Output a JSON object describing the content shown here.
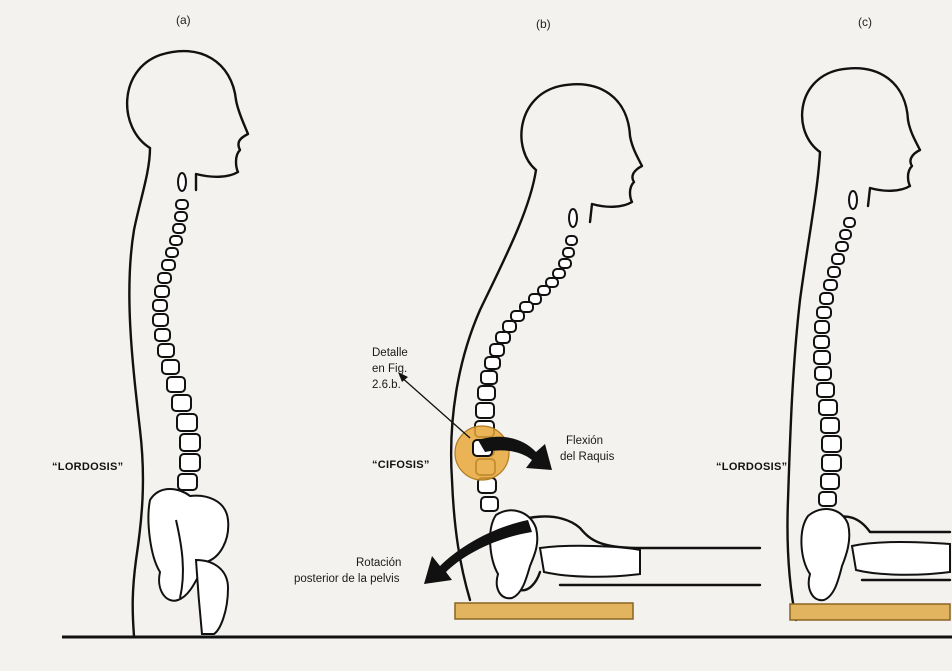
{
  "panels": [
    {
      "label": "(a)",
      "posture": "“LORDOSIS”"
    },
    {
      "label": "(b)",
      "posture": "“CIFOSIS”"
    },
    {
      "label": "(c)",
      "posture": "“LORDOSIS”"
    }
  ],
  "annotations": {
    "detail": [
      "Detalle",
      "en Fig.",
      "2.6.b."
    ],
    "flexion": [
      "Flexión",
      "del Raquis"
    ],
    "rotation": [
      "Rotación",
      "posterior de la pelvis"
    ]
  },
  "colors": {
    "highlight": "#e8a83a",
    "seat": "#e2b460",
    "ink": "#111111",
    "paper": "#f4f2ee"
  }
}
